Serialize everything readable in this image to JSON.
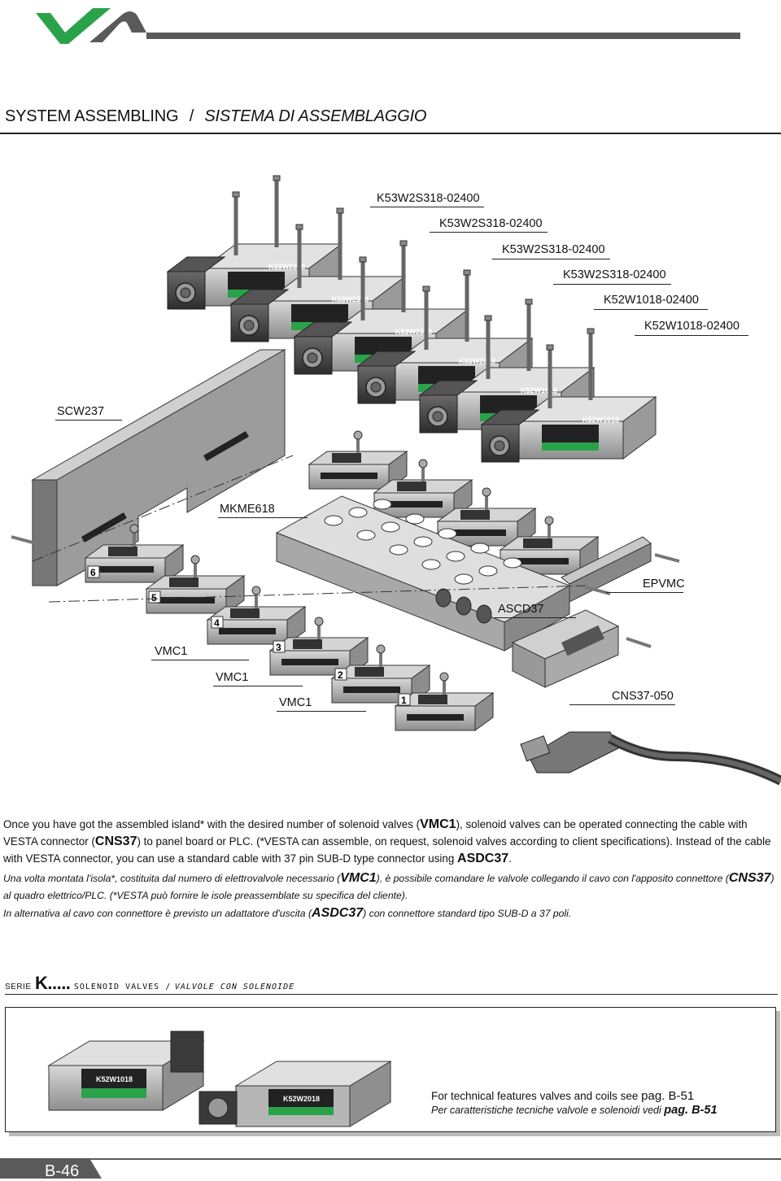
{
  "header": {
    "title_en": "SYSTEM ASSEMBLING",
    "separator": "/",
    "title_it": "SISTEMA DI ASSEMBLAGGIO"
  },
  "colors": {
    "brand_green": "#2aa24a",
    "brand_grey": "#5a5a5a",
    "label_green": "#1f9a44"
  },
  "diagram": {
    "labels": {
      "valve1": "K53W2S318-02400",
      "valve2": "K53W2S318-02400",
      "valve3": "K53W2S318-02400",
      "valve4": "K53W2S318-02400",
      "valve5": "K52W1018-02400",
      "valve6": "K52W1018-02400",
      "scw": "SCW237",
      "mkme": "MKME618",
      "epvmc": "EPVMC",
      "ascd": "ASCD37",
      "vmc_a": "VMC1",
      "vmc_b": "VMC1",
      "vmc_c": "VMC1",
      "cns": "CNS37-050"
    },
    "valve_marks": [
      "K53W2318",
      "K53W2318",
      "K53W2318",
      "K53W2318",
      "K52W1018",
      "K52W1018"
    ],
    "connector_numbers": [
      "6",
      "5",
      "4",
      "3",
      "2",
      "1"
    ]
  },
  "text_en": {
    "p1": "Once you have got the assembled island* with the desired number of solenoid valves (",
    "p1_b1": "VMC1",
    "p2": "), solenoid valves can be operated connecting the cable with VESTA connector (",
    "p2_b": "CNS37",
    "p3": ") to panel board or PLC.   (*VESTA can assemble, on request, solenoid valves according to client specifications). Instead of the cable with VESTA connector, you can use a standard cable with 37 pin SUB-D type connector using ",
    "p3_b": "ASDC37",
    "p4": "."
  },
  "text_it": {
    "p1": "Una volta montata l'isola*, costituita dal numero di elettrovalvole necessario (",
    "p1_b": "VMC1",
    "p2": "), è possibile comandare le valvole collegando il cavo con l'apposito connettore (",
    "p2_b": "CNS37",
    "p3": ") al quadro elettrico/PLC.   (*VESTA può fornire le isole preassemblate su specifica del cliente).",
    "p4": "In alternativa al cavo con connettore è previsto un adattatore d'uscita (",
    "p4_b": "ASDC37",
    "p5": ") con connettore standard tipo SUB-D a 37 poli."
  },
  "serie": {
    "prefix": "SERIE",
    "code": "K.....",
    "title_en": "SOLENOID VALVES /",
    "title_it": "VALVOLE CON SOLENOIDE"
  },
  "box": {
    "valve_marks": [
      "K52W1018",
      "K52W2018"
    ],
    "en_text": "For technical features valves and coils see",
    "en_page": "pag. B-51",
    "it_text": "Per caratteristiche tecniche valvole e solenoidi vedi",
    "it_page": "pag. B-51"
  },
  "footer": {
    "page_number": "B-46"
  }
}
